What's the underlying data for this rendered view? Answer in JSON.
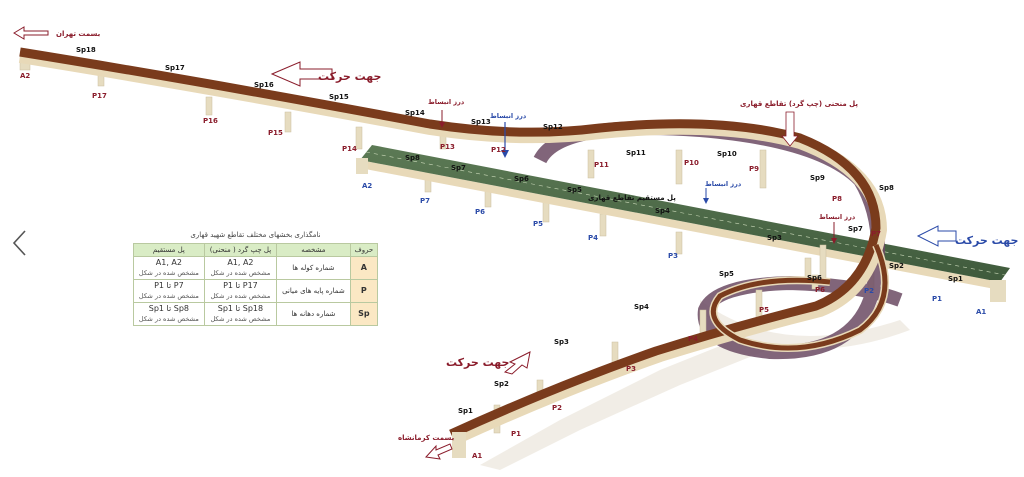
{
  "directions": {
    "to_tehran": "بسمت تهران",
    "to_kermanshah": "بسمت کرمانشاه",
    "movement": "جهت حرکت"
  },
  "callouts": {
    "expansion_joint": "درز انبساط",
    "curved_bridge": "پل منحنی (چپ گرد) تقاطع قهاری",
    "straight_bridge": "پل مستقیم تقاطع قهاری"
  },
  "curved_bridge": {
    "abutments": [
      "A1",
      "A2"
    ],
    "piers": [
      "P1",
      "P2",
      "P3",
      "P4",
      "P5",
      "P6",
      "P7",
      "P8",
      "P9",
      "P10",
      "P11",
      "P12",
      "P13",
      "P14",
      "P15",
      "P16",
      "P17"
    ],
    "spans": [
      "Sp1",
      "Sp2",
      "Sp3",
      "Sp4",
      "Sp5",
      "Sp6",
      "Sp7",
      "Sp8",
      "Sp9",
      "Sp10",
      "Sp11",
      "Sp12",
      "Sp13",
      "Sp14",
      "Sp15",
      "Sp16",
      "Sp17",
      "Sp18"
    ]
  },
  "straight_bridge": {
    "abutments": [
      "A1",
      "A2"
    ],
    "piers": [
      "P1",
      "P2",
      "P3",
      "P4",
      "P5",
      "P6",
      "P7"
    ],
    "spans": [
      "Sp1",
      "Sp2",
      "Sp3",
      "Sp4",
      "Sp5",
      "Sp6",
      "Sp7",
      "Sp8"
    ]
  },
  "legend": {
    "title": "نامگذاری بخشهای مختلف تقاطع شهید قهاری",
    "headers": [
      "حروف",
      "مشخصه",
      "پل چپ گرد ( منحنی)",
      "پل مستقیم"
    ],
    "rows": [
      {
        "key": "A",
        "desc": "شماره کوله ها",
        "curved": "A1, A2",
        "straight": "A1, A2",
        "note": "مشخص شده در شکل"
      },
      {
        "key": "P",
        "desc": "شماره پایه های میانی",
        "curved": "P17 تا P1",
        "straight": "P7 تا P1",
        "note": "مشخص شده در شکل"
      },
      {
        "key": "Sp",
        "desc": "شماره دهانه ها",
        "curved": "Sp18 تا Sp1",
        "straight": "Sp8 تا Sp1",
        "note": "مشخص شده در شکل"
      }
    ]
  },
  "colors": {
    "deck_brown": "#7a3b1c",
    "deck_edge": "#e8d9b8",
    "deck_green": "#4f6b4a",
    "curve_inner": "#6b4a63",
    "pier": "#e6dcc0",
    "label_red": "#8a1c2b",
    "label_blue": "#2a4aa8",
    "label_black": "#111111"
  },
  "nav": {
    "prev_icon": "chevron-left-icon"
  }
}
